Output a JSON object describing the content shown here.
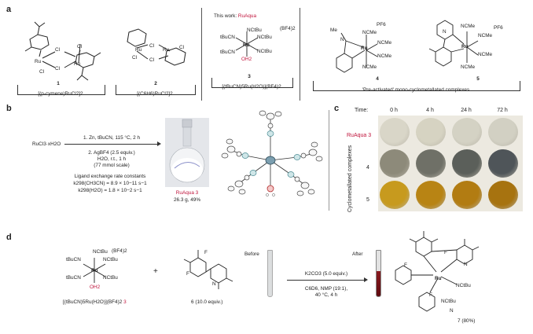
{
  "panels": {
    "a": "a",
    "b": "b",
    "c": "c",
    "d": "d"
  },
  "a": {
    "this_work_prefix": "This work: ",
    "this_work_name": "RuAqua",
    "compounds": [
      {
        "number": "1",
        "formula": "[(p-cymene)RuCl2]2"
      },
      {
        "number": "2",
        "formula": "[(C6H6)RuCl2]2"
      },
      {
        "number": "3",
        "formula": "[(tBuCN)5Ru(H2O)](BF4)2"
      },
      {
        "number": "4",
        "formula": ""
      },
      {
        "number": "5",
        "formula": ""
      }
    ],
    "precat_caption": "'Pre-activated' mono-cyclometallated complexes",
    "labels3": {
      "counter": "(BF4)2",
      "l1": "NCtBu",
      "l2": "tBuCN",
      "l3": "NCtBu",
      "l4": "tBuCN",
      "l5": "NCtBu",
      "oh2": "OH2",
      "ru": "Ru"
    },
    "labels4": {
      "counter": "PF6",
      "me": "Me",
      "nme": "N",
      "l1": "NCMe",
      "l2": "NCMe",
      "l3": "NCMe",
      "l4": "NCMe",
      "ru": "Ru"
    },
    "labels5": {
      "counter": "PF6",
      "n": "N",
      "l1": "NCMe",
      "l2": "NCMe",
      "l3": "NCMe",
      "l4": "NCMe",
      "ru": "Ru"
    },
    "cl_label": "Cl",
    "ru_label": "Ru"
  },
  "b": {
    "reagent": "RuCl3·xH2O",
    "step1": "1. Zn, tBuCN, 115 °C, 2 h",
    "step2": "2. AgBF4 (2.5 equiv.)",
    "step2b": "H2O, r.t., 1 h",
    "step2c": "(77 mmol scale)",
    "rate_title": "Ligand exchange rate constants",
    "rate1": "k298(CH3CN) = 8.9 × 10−11 s−1",
    "rate2": "k298(H2O) = 1.8 × 10−2 s−1",
    "product_name": "RuAqua 3",
    "product_yield": "26.3 g, 49%"
  },
  "c": {
    "time_label": "Time:",
    "times": [
      "0 h",
      "4 h",
      "24 h",
      "72 h"
    ],
    "row_labels": [
      "RuAqua  3",
      "4",
      "5"
    ],
    "side_label": "Cyclometallated complexes",
    "colors": {
      "row1": [
        "#d9d6c8",
        "#d6d3c2",
        "#d4d2c4",
        "#d2d0c3"
      ],
      "row2": [
        "#8d8a7a",
        "#6f7067",
        "#5b5f5a",
        "#4f5559"
      ],
      "row3": [
        "#c79a1e",
        "#b88414",
        "#b27c12",
        "#a77310"
      ]
    }
  },
  "d": {
    "counter": "(BF4)2",
    "l1": "NCtBu",
    "l2": "tBuCN",
    "l3": "NCtBu",
    "l4": "tBuCN",
    "l5": "NCtBu",
    "oh2": "OH2",
    "ru": "Ru",
    "plus": "+",
    "catalyst_caption": "[(tBuCN)5Ru(H2O)](BF4)2 ",
    "catalyst_num": "3",
    "substrate_caption": "6 (10.0 equiv.)",
    "substrate_F": "F",
    "substrate_N": "N",
    "before": "Before",
    "after": "After",
    "cond1": "K2CO3 (5.0 equiv.)",
    "cond2": "C6D6, NMP (19:1),",
    "cond3": "40 °C, 4 h",
    "product_caption": "7 (80%)",
    "prod_ru": "Ru",
    "prod_l1": "NCtBu",
    "prod_l2": "NCtBu",
    "prod_F": "F",
    "prod_N": "N"
  }
}
